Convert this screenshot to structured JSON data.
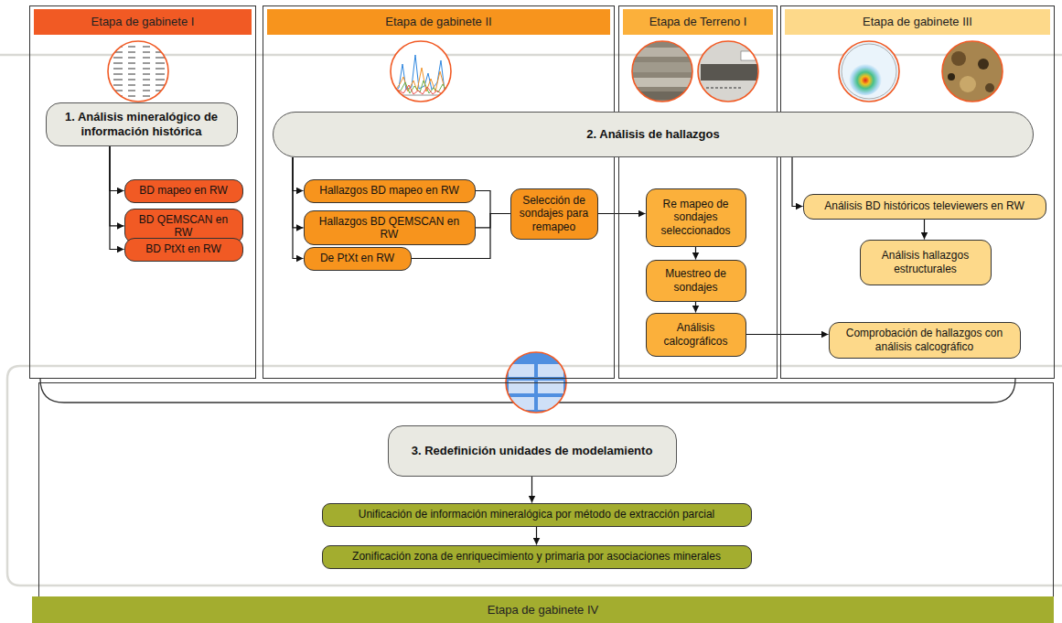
{
  "diagram": {
    "nodes": [
      {
        "text": [
          "Etapa de gabinete I"
        ]
      },
      {
        "text": [
          "Etapa de gabinete II"
        ]
      },
      {
        "text": [
          "Etapa de Terreno I"
        ]
      },
      {
        "text": [
          "Etapa de gabinete III"
        ]
      },
      {
        "text": [
          "Etapa de gabinete IV"
        ]
      },
      {
        "text": [
          "1. Análisis mineralógico de información histórica"
        ],
        "in": 0
      },
      {
        "text": [
          "BD mapeo en RW"
        ],
        "in": 0
      },
      {
        "text": [
          "BD QEMSCAN en RW"
        ],
        "in": 0
      },
      {
        "text": [
          "BD PtXt en RW"
        ],
        "in": 0
      },
      {
        "text": [
          "2. Análisis de hallazgos"
        ]
      },
      {
        "text": [
          "Hallazgos BD mapeo en RW"
        ],
        "in": 1
      },
      {
        "text": [
          "Hallazgos BD QEMSCAN en RW"
        ],
        "in": 1
      },
      {
        "text": [
          "De PtXt en RW"
        ],
        "in": 1
      },
      {
        "text": [
          "Selección de sondajes para remapeo"
        ],
        "in": 1
      },
      {
        "text": [
          "Re mapeo de sondajes seleccionados"
        ],
        "in": 2
      },
      {
        "text": [
          "Muestreo de sondajes"
        ],
        "in": 2
      },
      {
        "text": [
          "Análisis calcográficos"
        ],
        "in": 2
      },
      {
        "text": [
          "Análisis BD históricos televiewers en RW"
        ],
        "in": 3
      },
      {
        "text": [
          "Análisis hallazgos estructurales"
        ],
        "in": 3
      },
      {
        "text": [
          "Comprobación de hallazgos con análisis calcográfico"
        ],
        "in": 3
      },
      {
        "text": [
          "3. Redefinición unidades de modelamiento"
        ],
        "in": 4
      },
      {
        "text": [
          "Unificación de información mineralógica por método de extracción parcial"
        ],
        "in": 4
      },
      {
        "text": [
          "Zonificación zona de enriquecimiento y primaria por asociaciones minerales"
        ],
        "in": 4
      }
    ],
    "edges": [
      {
        "from": 5,
        "to": 6,
        "arrow": "to"
      },
      {
        "from": 5,
        "to": 7,
        "arrow": "to"
      },
      {
        "from": 5,
        "to": 8,
        "arrow": "to"
      },
      {
        "from": 9,
        "to": 10,
        "arrow": "to"
      },
      {
        "from": 9,
        "to": 11,
        "arrow": "to"
      },
      {
        "from": 9,
        "to": 12,
        "arrow": "to"
      },
      {
        "from": 10,
        "to": 13,
        "arrow": "none"
      },
      {
        "from": 11,
        "to": 13,
        "arrow": "none"
      },
      {
        "from": 12,
        "to": 13,
        "arrow": "none"
      },
      {
        "from": 13,
        "to": 14,
        "arrow": "to"
      },
      {
        "from": 14,
        "to": 15,
        "arrow": "to"
      },
      {
        "from": 15,
        "to": 16,
        "arrow": "to"
      },
      {
        "from": 16,
        "to": 19,
        "arrow": "to"
      },
      {
        "from": 9,
        "to": 17,
        "arrow": "to"
      },
      {
        "from": 17,
        "to": 18,
        "arrow": "to"
      },
      {
        "from": 20,
        "to": 21,
        "arrow": "to"
      },
      {
        "from": 21,
        "to": 22,
        "arrow": "to"
      }
    ]
  }
}
